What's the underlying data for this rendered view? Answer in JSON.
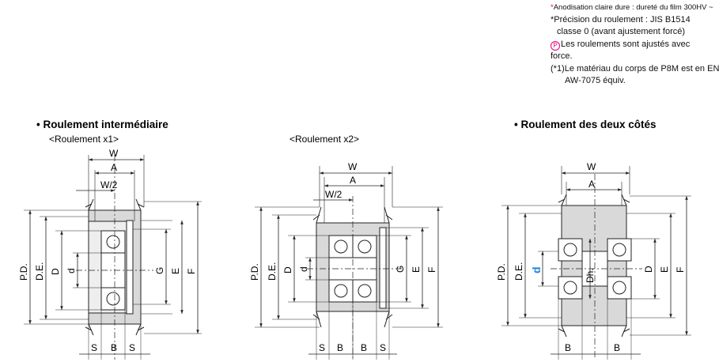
{
  "notes": {
    "anodisation": "Anodisation claire dure : dureté du film 300HV ~",
    "precision_line1": "*Précision du roulement : JIS B1514",
    "precision_line2": "classe 0 (avant ajustement forcé)",
    "press_fit_line1": "Les roulements sont ajustés avec",
    "press_fit_line2": "force.",
    "material_line1": "(*1)Le matériau du corps de P8M est en EN",
    "material_line2": "AW-7075 équiv."
  },
  "section1": {
    "title": "• Roulement intermédiaire",
    "subtitle": "<Roulement x1>"
  },
  "section2": {
    "subtitle": "<Roulement x2>"
  },
  "section3": {
    "title": "• Roulement des deux côtés"
  },
  "dims": {
    "W": "W",
    "A": "A",
    "W2": "W/2",
    "PD": "P.D.",
    "DE": "D.E.",
    "D": "D",
    "d": "d",
    "G": "G",
    "E": "E",
    "F": "F",
    "S": "S",
    "B": "B",
    "Dh": "Dh."
  },
  "colors": {
    "accent": "#e0007a",
    "d_highlight": "#1e88e5",
    "line": "#222222"
  }
}
